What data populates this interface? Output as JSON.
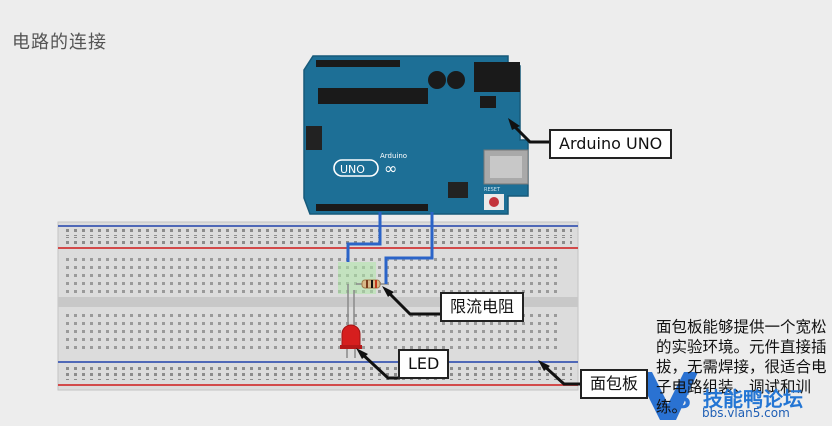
{
  "title": "电路的连接",
  "labels": {
    "arduino": "Arduino  UNO",
    "resistor": "限流电阻",
    "led": "LED",
    "breadboard": "面包板",
    "breadboard_note": "面包板能够提供一个宽松的实验环境。元件直接插拔，无需焊接，很适合电子电路组装、调试和训练。"
  },
  "board_marks": {
    "brand_text": "UNO",
    "logo_text": "Arduino",
    "reset_text": "RESET"
  },
  "watermark": {
    "name": "技能鸭论坛",
    "url": "bbs.vlan5.com"
  },
  "colors": {
    "board": "#1d6f96",
    "wire": "#2b64c8",
    "led": "#d61e1e",
    "background": "#ededed"
  }
}
